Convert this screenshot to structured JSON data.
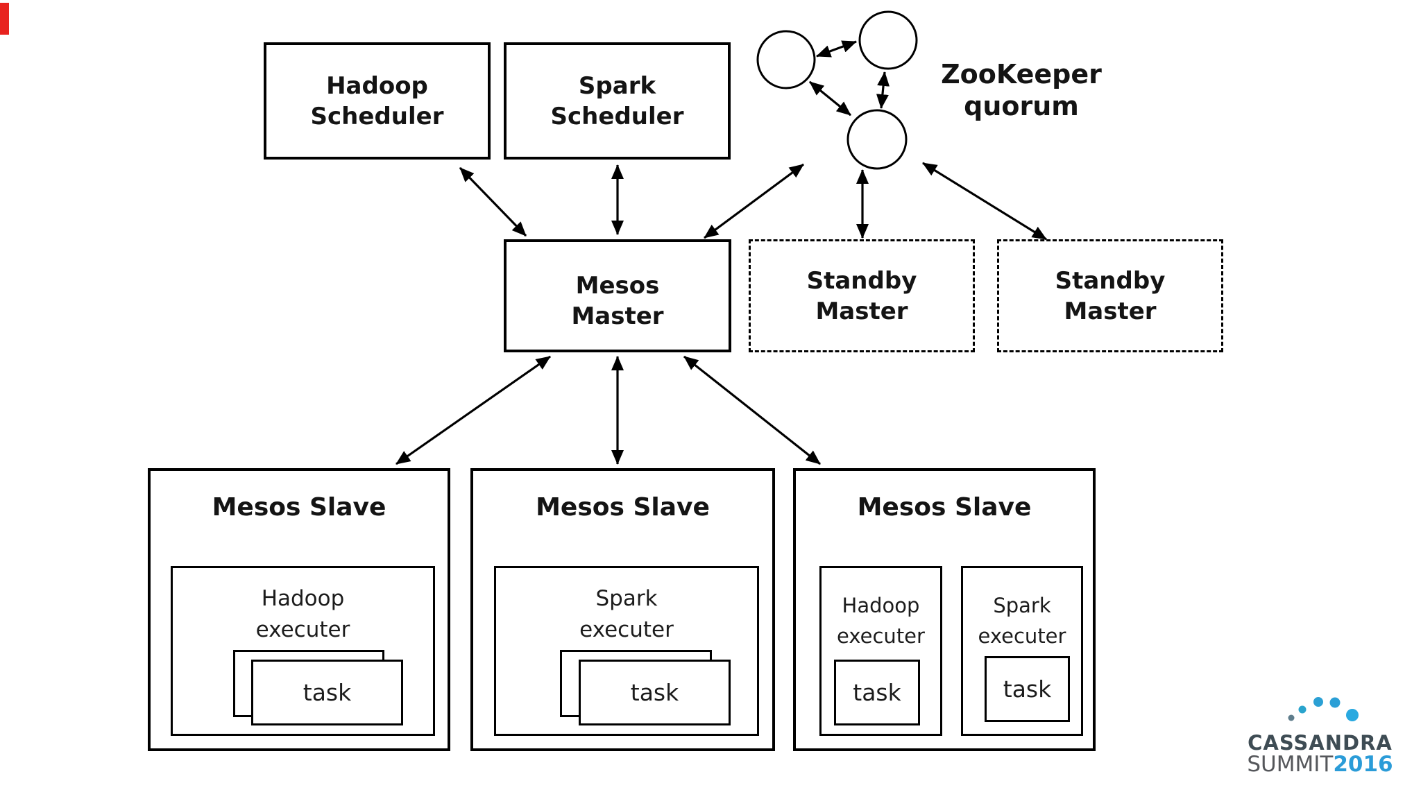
{
  "corner_mark": {
    "color": "#e8231f"
  },
  "boxes": {
    "hadoop_scheduler": "Hadoop\nScheduler",
    "spark_scheduler": "Spark\nScheduler",
    "mesos_master": "Mesos\nMaster",
    "standby_master_1": "Standby\nMaster",
    "standby_master_2": "Standby\nMaster"
  },
  "zookeeper": {
    "label": "ZooKeeper\nquorum",
    "node_count": 3,
    "node_fill": "#ffffff",
    "node_stroke": "#000000"
  },
  "slaves": [
    {
      "title": "Mesos Slave",
      "executors": [
        {
          "label": "Hadoop\nexecuter",
          "task_label": "task",
          "stacked_tasks": true
        }
      ]
    },
    {
      "title": "Mesos Slave",
      "executors": [
        {
          "label": "Spark\nexecuter",
          "task_label": "task",
          "stacked_tasks": true
        }
      ]
    },
    {
      "title": "Mesos Slave",
      "executors": [
        {
          "label": "Hadoop\nexecuter",
          "task_label": "task",
          "stacked_tasks": false
        },
        {
          "label": "Spark\nexecuter",
          "task_label": "task",
          "stacked_tasks": false
        }
      ]
    }
  ],
  "logo": {
    "line1": "CASSANDRA",
    "summit": "SUMMIT",
    "year": "2016",
    "text_color": "#3e4c54",
    "summit_color": "#55575b",
    "year_color": "#2b9cd8",
    "dot_colors": [
      "#5f7d8c",
      "#2aa4cd",
      "#2ba0d4",
      "#2b9fd6",
      "#29a9e0"
    ]
  },
  "arrow_color": "#000000"
}
